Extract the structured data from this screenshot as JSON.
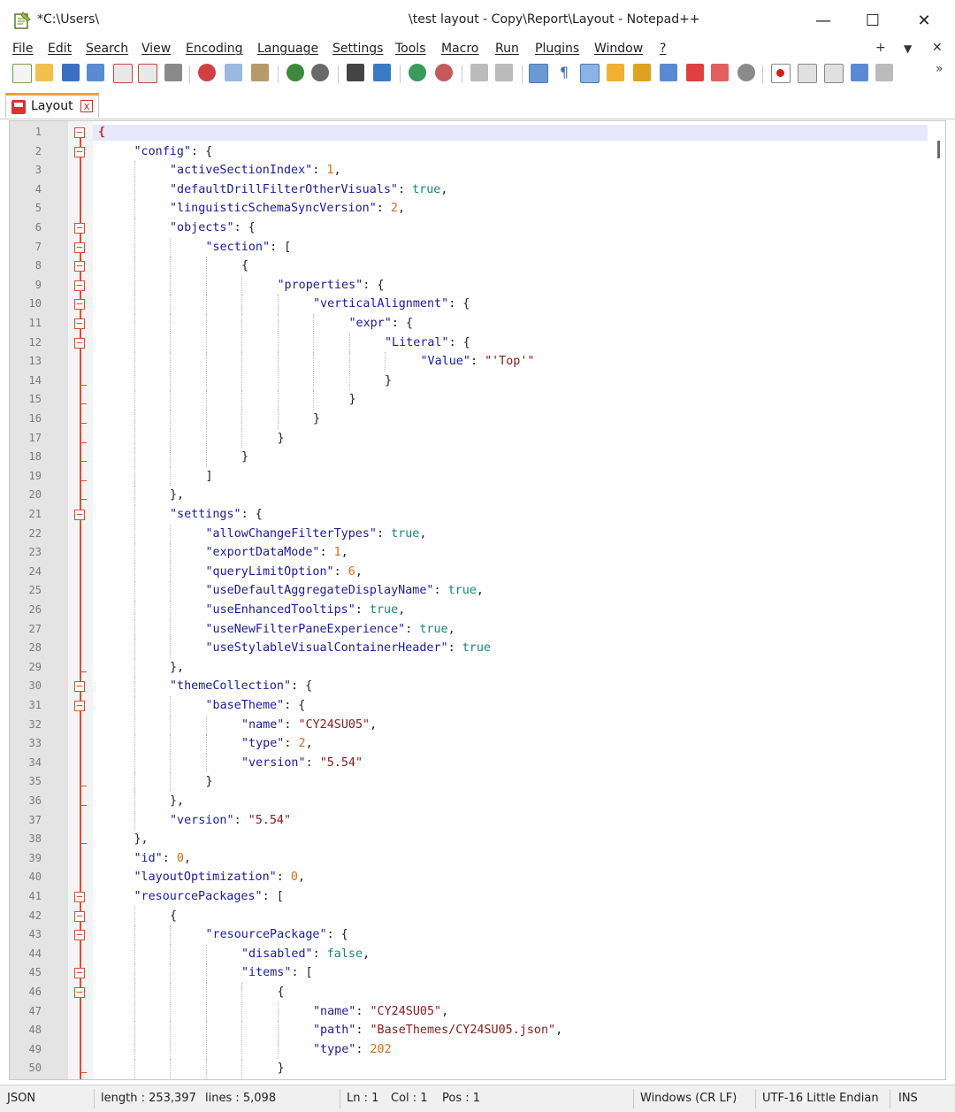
{
  "window": {
    "title_prefix": "*C:\\Users\\",
    "title_suffix": "\\test layout - Copy\\Report\\Layout - Notepad++",
    "minimize": "—",
    "maximize": "☐",
    "close": "✕"
  },
  "menu": {
    "items": [
      "File",
      "Edit",
      "Search",
      "View",
      "Encoding",
      "Language",
      "Settings",
      "Tools",
      "Macro",
      "Run",
      "Plugins",
      "Window",
      "?"
    ],
    "right": {
      "add": "+",
      "dropdown": "▼",
      "close": "✕"
    }
  },
  "toolbar": {
    "overflow": "»",
    "icons": [
      "new-file-icon",
      "open-file-icon",
      "save-icon",
      "save-all-icon",
      "close-icon",
      "close-all-icon",
      "print-icon",
      "cut-icon",
      "copy-icon",
      "paste-icon",
      "undo-icon",
      "redo-icon",
      "find-icon",
      "replace-icon",
      "zoom-in-icon",
      "zoom-out-icon",
      "sync-v-icon",
      "sync-h-icon",
      "word-wrap-icon",
      "show-all-chars-icon",
      "indent-guide-icon",
      "udl-icon",
      "doc-map-icon",
      "function-list-icon",
      "folder-workspace-icon",
      "monitoring-icon",
      "record-macro-icon",
      "stop-record-icon",
      "play-macro-icon",
      "run-macro-multiple-icon",
      "save-macro-icon"
    ]
  },
  "tab": {
    "label": "Layout",
    "close": "x"
  },
  "editor": {
    "lines": [
      {
        "n": "1",
        "indent": 0,
        "fold": "box",
        "segs": [
          [
            "bf",
            "{"
          ]
        ]
      },
      {
        "n": "2",
        "indent": 1,
        "fold": "box",
        "segs": [
          [
            "k",
            "\"config\""
          ],
          [
            "p",
            ": {"
          ]
        ]
      },
      {
        "n": "3",
        "indent": 2,
        "fold": "",
        "segs": [
          [
            "k",
            "\"activeSectionIndex\""
          ],
          [
            "p",
            ": "
          ],
          [
            "n",
            "1"
          ],
          [
            "p",
            ","
          ]
        ]
      },
      {
        "n": "4",
        "indent": 2,
        "fold": "",
        "segs": [
          [
            "k",
            "\"defaultDrillFilterOtherVisuals\""
          ],
          [
            "p",
            ": "
          ],
          [
            "b",
            "true"
          ],
          [
            "p",
            ","
          ]
        ]
      },
      {
        "n": "5",
        "indent": 2,
        "fold": "",
        "segs": [
          [
            "k",
            "\"linguisticSchemaSyncVersion\""
          ],
          [
            "p",
            ": "
          ],
          [
            "n",
            "2"
          ],
          [
            "p",
            ","
          ]
        ]
      },
      {
        "n": "6",
        "indent": 2,
        "fold": "box",
        "segs": [
          [
            "k",
            "\"objects\""
          ],
          [
            "p",
            ": {"
          ]
        ]
      },
      {
        "n": "7",
        "indent": 3,
        "fold": "box",
        "segs": [
          [
            "k",
            "\"section\""
          ],
          [
            "p",
            ": ["
          ]
        ]
      },
      {
        "n": "8",
        "indent": 4,
        "fold": "box",
        "segs": [
          [
            "p",
            "{"
          ]
        ]
      },
      {
        "n": "9",
        "indent": 5,
        "fold": "box",
        "segs": [
          [
            "k",
            "\"properties\""
          ],
          [
            "p",
            ": {"
          ]
        ]
      },
      {
        "n": "10",
        "indent": 6,
        "fold": "box",
        "segs": [
          [
            "k",
            "\"verticalAlignment\""
          ],
          [
            "p",
            ": {"
          ]
        ]
      },
      {
        "n": "11",
        "indent": 7,
        "fold": "box",
        "segs": [
          [
            "k",
            "\"expr\""
          ],
          [
            "p",
            ": {"
          ]
        ]
      },
      {
        "n": "12",
        "indent": 8,
        "fold": "box",
        "segs": [
          [
            "k",
            "\"Literal\""
          ],
          [
            "p",
            ": {"
          ]
        ]
      },
      {
        "n": "13",
        "indent": 9,
        "fold": "",
        "segs": [
          [
            "k",
            "\"Value\""
          ],
          [
            "p",
            ": "
          ],
          [
            "s",
            "\"'Top'\""
          ]
        ]
      },
      {
        "n": "14",
        "indent": 8,
        "fold": "tick",
        "segs": [
          [
            "p",
            "}"
          ]
        ]
      },
      {
        "n": "15",
        "indent": 7,
        "fold": "tick",
        "segs": [
          [
            "p",
            "}"
          ]
        ]
      },
      {
        "n": "16",
        "indent": 6,
        "fold": "tick",
        "segs": [
          [
            "p",
            "}"
          ]
        ]
      },
      {
        "n": "17",
        "indent": 5,
        "fold": "tick",
        "segs": [
          [
            "p",
            "}"
          ]
        ]
      },
      {
        "n": "18",
        "indent": 4,
        "fold": "tick",
        "segs": [
          [
            "p",
            "}"
          ]
        ]
      },
      {
        "n": "19",
        "indent": 3,
        "fold": "tick",
        "segs": [
          [
            "p",
            "]"
          ]
        ]
      },
      {
        "n": "20",
        "indent": 2,
        "fold": "tick",
        "segs": [
          [
            "p",
            "},"
          ]
        ]
      },
      {
        "n": "21",
        "indent": 2,
        "fold": "box",
        "segs": [
          [
            "k",
            "\"settings\""
          ],
          [
            "p",
            ": {"
          ]
        ]
      },
      {
        "n": "22",
        "indent": 3,
        "fold": "",
        "segs": [
          [
            "k",
            "\"allowChangeFilterTypes\""
          ],
          [
            "p",
            ": "
          ],
          [
            "b",
            "true"
          ],
          [
            "p",
            ","
          ]
        ]
      },
      {
        "n": "23",
        "indent": 3,
        "fold": "",
        "segs": [
          [
            "k",
            "\"exportDataMode\""
          ],
          [
            "p",
            ": "
          ],
          [
            "n",
            "1"
          ],
          [
            "p",
            ","
          ]
        ]
      },
      {
        "n": "24",
        "indent": 3,
        "fold": "",
        "segs": [
          [
            "k",
            "\"queryLimitOption\""
          ],
          [
            "p",
            ": "
          ],
          [
            "n",
            "6"
          ],
          [
            "p",
            ","
          ]
        ]
      },
      {
        "n": "25",
        "indent": 3,
        "fold": "",
        "segs": [
          [
            "k",
            "\"useDefaultAggregateDisplayName\""
          ],
          [
            "p",
            ": "
          ],
          [
            "b",
            "true"
          ],
          [
            "p",
            ","
          ]
        ]
      },
      {
        "n": "26",
        "indent": 3,
        "fold": "",
        "segs": [
          [
            "k",
            "\"useEnhancedTooltips\""
          ],
          [
            "p",
            ": "
          ],
          [
            "b",
            "true"
          ],
          [
            "p",
            ","
          ]
        ]
      },
      {
        "n": "27",
        "indent": 3,
        "fold": "",
        "segs": [
          [
            "k",
            "\"useNewFilterPaneExperience\""
          ],
          [
            "p",
            ": "
          ],
          [
            "b",
            "true"
          ],
          [
            "p",
            ","
          ]
        ]
      },
      {
        "n": "28",
        "indent": 3,
        "fold": "",
        "segs": [
          [
            "k",
            "\"useStylableVisualContainerHeader\""
          ],
          [
            "p",
            ": "
          ],
          [
            "b",
            "true"
          ]
        ]
      },
      {
        "n": "29",
        "indent": 2,
        "fold": "tick",
        "segs": [
          [
            "p",
            "},"
          ]
        ]
      },
      {
        "n": "30",
        "indent": 2,
        "fold": "box",
        "segs": [
          [
            "k",
            "\"themeCollection\""
          ],
          [
            "p",
            ": {"
          ]
        ]
      },
      {
        "n": "31",
        "indent": 3,
        "fold": "box",
        "segs": [
          [
            "k",
            "\"baseTheme\""
          ],
          [
            "p",
            ": {"
          ]
        ]
      },
      {
        "n": "32",
        "indent": 4,
        "fold": "",
        "segs": [
          [
            "k",
            "\"name\""
          ],
          [
            "p",
            ": "
          ],
          [
            "s",
            "\"CY24SU05\""
          ],
          [
            "p",
            ","
          ]
        ]
      },
      {
        "n": "33",
        "indent": 4,
        "fold": "",
        "segs": [
          [
            "k",
            "\"type\""
          ],
          [
            "p",
            ": "
          ],
          [
            "n",
            "2"
          ],
          [
            "p",
            ","
          ]
        ]
      },
      {
        "n": "34",
        "indent": 4,
        "fold": "",
        "segs": [
          [
            "k",
            "\"version\""
          ],
          [
            "p",
            ": "
          ],
          [
            "s",
            "\"5.54\""
          ]
        ]
      },
      {
        "n": "35",
        "indent": 3,
        "fold": "tick",
        "segs": [
          [
            "p",
            "}"
          ]
        ]
      },
      {
        "n": "36",
        "indent": 2,
        "fold": "tick",
        "segs": [
          [
            "p",
            "},"
          ]
        ]
      },
      {
        "n": "37",
        "indent": 2,
        "fold": "",
        "segs": [
          [
            "k",
            "\"version\""
          ],
          [
            "p",
            ": "
          ],
          [
            "s",
            "\"5.54\""
          ]
        ]
      },
      {
        "n": "38",
        "indent": 1,
        "fold": "tick",
        "segs": [
          [
            "p",
            "},"
          ]
        ]
      },
      {
        "n": "39",
        "indent": 1,
        "fold": "",
        "segs": [
          [
            "k",
            "\"id\""
          ],
          [
            "p",
            ": "
          ],
          [
            "n",
            "0"
          ],
          [
            "p",
            ","
          ]
        ]
      },
      {
        "n": "40",
        "indent": 1,
        "fold": "",
        "segs": [
          [
            "k",
            "\"layoutOptimization\""
          ],
          [
            "p",
            ": "
          ],
          [
            "n",
            "0"
          ],
          [
            "p",
            ","
          ]
        ]
      },
      {
        "n": "41",
        "indent": 1,
        "fold": "box",
        "segs": [
          [
            "k",
            "\"resourcePackages\""
          ],
          [
            "p",
            ": ["
          ]
        ]
      },
      {
        "n": "42",
        "indent": 2,
        "fold": "box",
        "segs": [
          [
            "p",
            "{"
          ]
        ]
      },
      {
        "n": "43",
        "indent": 3,
        "fold": "box",
        "segs": [
          [
            "k",
            "\"resourcePackage\""
          ],
          [
            "p",
            ": {"
          ]
        ]
      },
      {
        "n": "44",
        "indent": 4,
        "fold": "",
        "segs": [
          [
            "k",
            "\"disabled\""
          ],
          [
            "p",
            ": "
          ],
          [
            "b",
            "false"
          ],
          [
            "p",
            ","
          ]
        ]
      },
      {
        "n": "45",
        "indent": 4,
        "fold": "box",
        "segs": [
          [
            "k",
            "\"items\""
          ],
          [
            "p",
            ": ["
          ]
        ]
      },
      {
        "n": "46",
        "indent": 5,
        "fold": "box",
        "segs": [
          [
            "p",
            "{"
          ]
        ]
      },
      {
        "n": "47",
        "indent": 6,
        "fold": "",
        "segs": [
          [
            "k",
            "\"name\""
          ],
          [
            "p",
            ": "
          ],
          [
            "s",
            "\"CY24SU05\""
          ],
          [
            "p",
            ","
          ]
        ]
      },
      {
        "n": "48",
        "indent": 6,
        "fold": "",
        "segs": [
          [
            "k",
            "\"path\""
          ],
          [
            "p",
            ": "
          ],
          [
            "s",
            "\"BaseThemes/CY24SU05.json\""
          ],
          [
            "p",
            ","
          ]
        ]
      },
      {
        "n": "49",
        "indent": 6,
        "fold": "",
        "segs": [
          [
            "k",
            "\"type\""
          ],
          [
            "p",
            ": "
          ],
          [
            "n",
            "202"
          ]
        ]
      },
      {
        "n": "50",
        "indent": 5,
        "fold": "tick",
        "segs": [
          [
            "p",
            "}"
          ]
        ]
      }
    ]
  },
  "status": {
    "language": "JSON",
    "length": "length : 253,397",
    "lines": "lines : 5,098",
    "ln": "Ln : 1",
    "col": "Col : 1",
    "pos": "Pos : 1",
    "eol": "Windows (CR LF)",
    "encoding": "UTF-16 Little Endian",
    "mode": "INS"
  }
}
